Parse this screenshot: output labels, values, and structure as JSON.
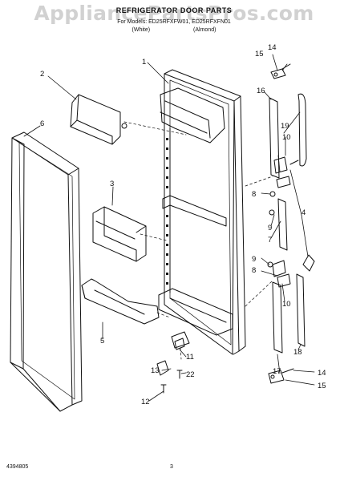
{
  "header": {
    "title": "REFRIGERATOR DOOR PARTS",
    "models": "For Models: ED25RFXFW01, ED25RFXFN01",
    "variants": [
      "(White)",
      "(Almond)"
    ],
    "watermark": "AppliancePartsPros.com"
  },
  "callouts": [
    "1",
    "2",
    "3",
    "4",
    "5",
    "6",
    "7",
    "8",
    "9",
    "10",
    "11",
    "12",
    "13",
    "14",
    "15",
    "16",
    "17",
    "18",
    "19",
    "22"
  ],
  "footer": {
    "doc_number": "4394805",
    "page": "3"
  }
}
